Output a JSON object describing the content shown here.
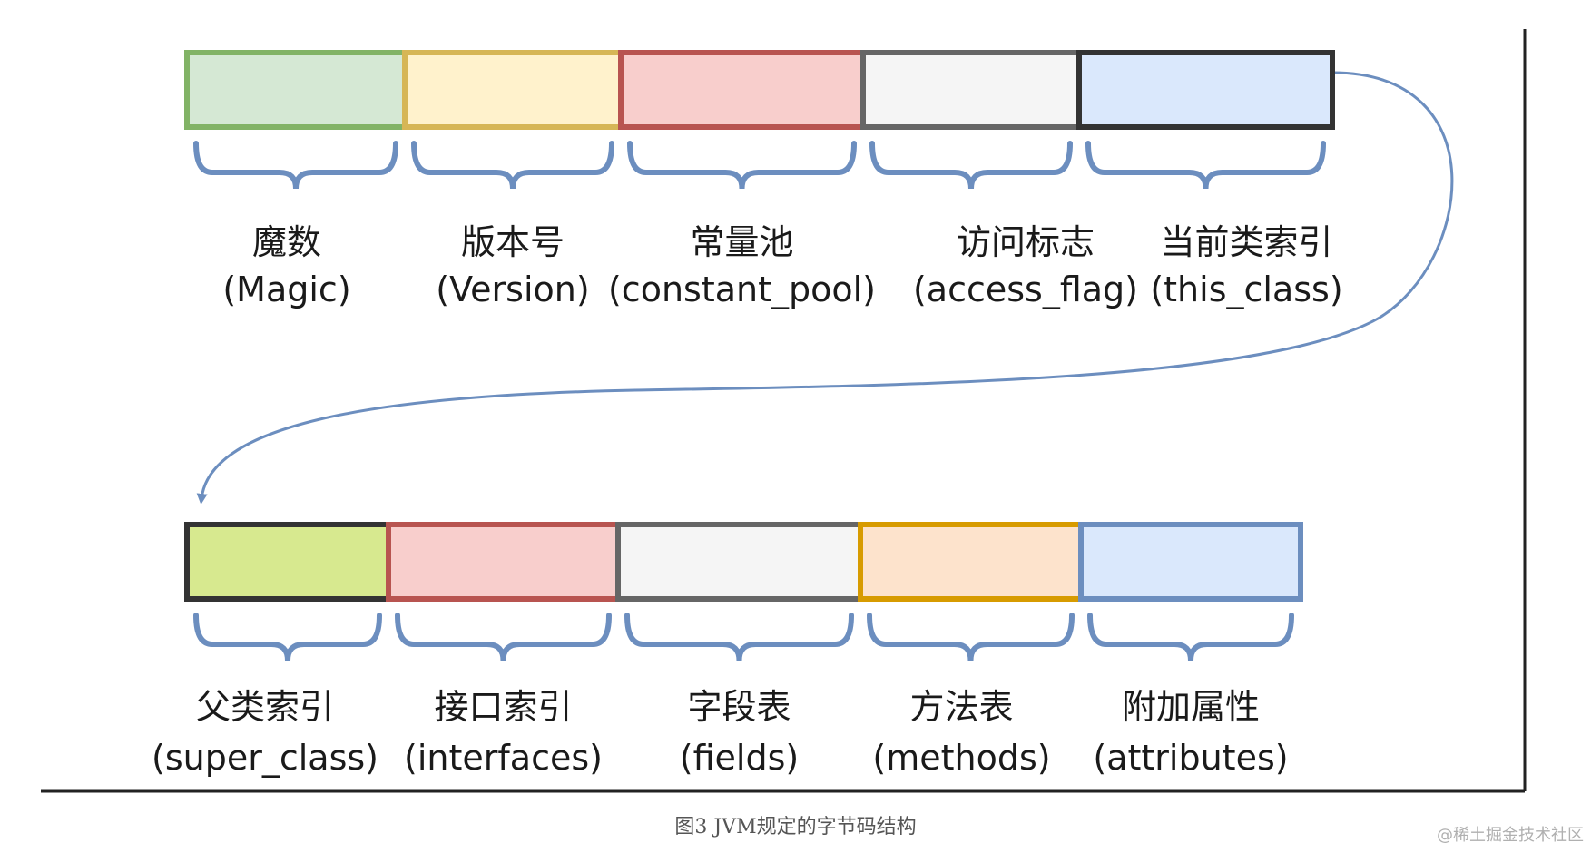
{
  "diagram": {
    "rows": [
      {
        "segments": [
          {
            "cn": "魔数",
            "en": "(Magic)",
            "fill": "#d5e8d4",
            "stroke": "#82b366"
          },
          {
            "cn": "版本号",
            "en": "(Version)",
            "fill": "#fff2cc",
            "stroke": "#d6b656"
          },
          {
            "cn": "常量池",
            "en": "(constant_pool)",
            "fill": "#f8cecc",
            "stroke": "#b85450"
          },
          {
            "cn": "访问标志",
            "en": "(access_flag)",
            "fill": "#f5f5f5",
            "stroke": "#666666"
          },
          {
            "cn": "当前类索引",
            "en": "(this_class)",
            "fill": "#dae8fc",
            "stroke": "#333333"
          }
        ]
      },
      {
        "segments": [
          {
            "cn": "父类索引",
            "en": "(super_class)",
            "fill": "#d7e98f",
            "stroke": "#333333"
          },
          {
            "cn": "接口索引",
            "en": "(interfaces)",
            "fill": "#f8cecc",
            "stroke": "#b85450"
          },
          {
            "cn": "字段表",
            "en": "(fields)",
            "fill": "#f5f5f5",
            "stroke": "#666666"
          },
          {
            "cn": "方法表",
            "en": "(methods)",
            "fill": "#fde3cc",
            "stroke": "#d79b00"
          },
          {
            "cn": "附加属性",
            "en": "(attributes)",
            "fill": "#dae8fc",
            "stroke": "#6c8ebf"
          }
        ]
      }
    ],
    "colors": {
      "brace": "#6c8ebf",
      "connector": "#6c8ebf",
      "rule": "#222222"
    }
  },
  "caption": "图3 JVM规定的字节码结构",
  "watermark": "@稀土掘金技术社区"
}
